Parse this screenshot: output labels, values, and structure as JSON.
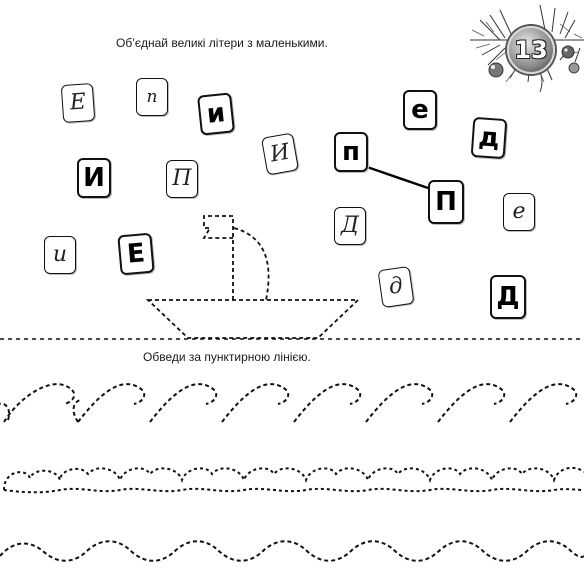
{
  "page_number": "13",
  "instructions": {
    "match": "Об’єднай великі літери з маленькими.",
    "trace": "Обведи за пунктирною лінією."
  },
  "letters": {
    "script_e_upper": "Е",
    "script_p_lower": "п",
    "print_y_lower": "и",
    "print_e_lower": "е",
    "print_y_upper": "И",
    "script_p_upper": "П",
    "script_y_upper": "И",
    "print_p_lower": "п",
    "print_d_lower": "д",
    "print_p_upper": "П",
    "script_y_lower": "и",
    "print_e_upper": "Е",
    "script_d_upper": "Д",
    "script_e_lower": "е",
    "script_d_lower": "д",
    "print_d_upper": "Д"
  },
  "icons": {
    "decoration": "christmas-branch-icon",
    "boat": "boat-icon"
  },
  "colors": {
    "ink": "#111111",
    "paper": "#ffffff"
  }
}
